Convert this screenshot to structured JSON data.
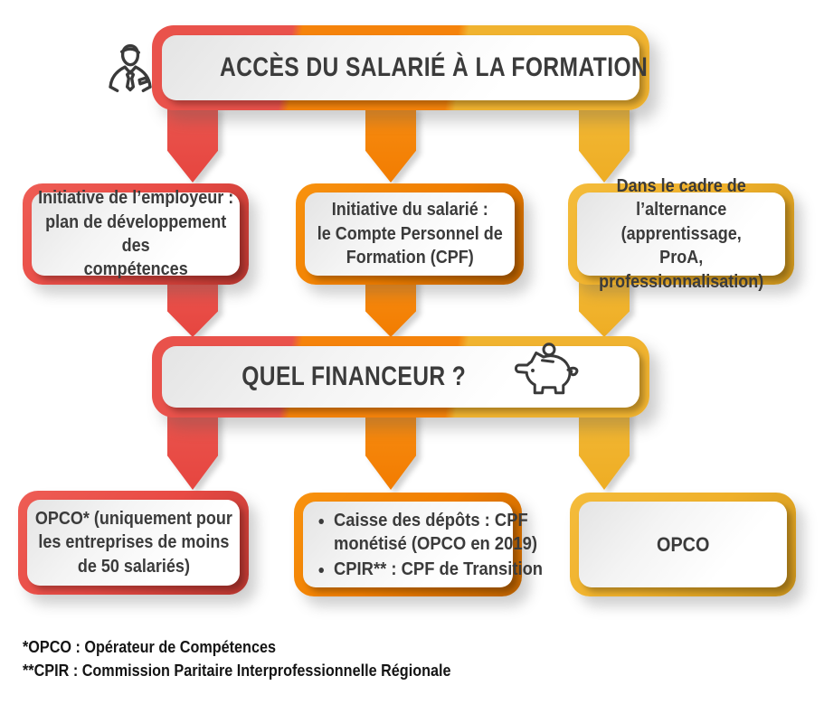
{
  "title_bar": {
    "label": "ACCÈS DU SALARIÉ À LA FORMATION"
  },
  "financeur_bar": {
    "label": "QUEL FINANCEUR ?"
  },
  "row1": {
    "left": {
      "lines": [
        "Initiative de l’employeur :",
        "plan de développement des",
        "compétences"
      ]
    },
    "middle": {
      "lines": [
        "Initiative du salarié :",
        "le Compte Personnel de",
        "Formation (CPF)"
      ]
    },
    "right": {
      "lines": [
        "Dans le cadre de",
        "l’alternance (apprentissage,",
        "ProA, professionnalisation)"
      ]
    }
  },
  "row2": {
    "left": {
      "lines": [
        "OPCO* (uniquement pour",
        "les entreprises de moins",
        "de 50 salariés)"
      ]
    },
    "middle": {
      "bullets": [
        {
          "lines": [
            "Caisse des dépôts : CPF",
            "monétisé (OPCO en 2019)"
          ]
        },
        {
          "lines": [
            "CPIR** : CPF de Transition"
          ]
        }
      ]
    },
    "right": {
      "lines": [
        "OPCO"
      ]
    }
  },
  "footnotes": [
    "*OPCO : Opérateur de Compétences",
    "**CPIR : Commission Paritaire Interprofessionnelle Régionale"
  ],
  "colors": {
    "red": "#E94C46",
    "orange": "#F5830B",
    "yellow": "#F0B330",
    "text": "#3B3B3B"
  },
  "icons": {
    "header": "businessman-icon",
    "financeur": "piggy-bank-icon"
  }
}
